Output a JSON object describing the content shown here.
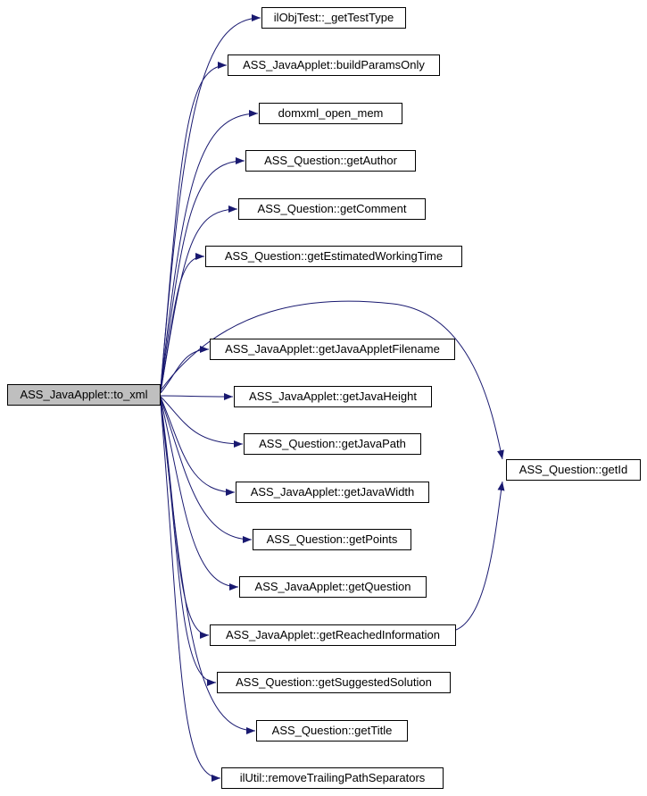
{
  "diagram": {
    "type": "call-graph",
    "root": {
      "label": "ASS_JavaApplet::to_xml"
    },
    "callees": [
      {
        "label": "ilObjTest::_getTestType"
      },
      {
        "label": "ASS_JavaApplet::buildParamsOnly"
      },
      {
        "label": "domxml_open_mem"
      },
      {
        "label": "ASS_Question::getAuthor"
      },
      {
        "label": "ASS_Question::getComment"
      },
      {
        "label": "ASS_Question::getEstimatedWorkingTime"
      },
      {
        "label": "ASS_JavaApplet::getJavaAppletFilename"
      },
      {
        "label": "ASS_JavaApplet::getJavaHeight"
      },
      {
        "label": "ASS_Question::getJavaPath"
      },
      {
        "label": "ASS_JavaApplet::getJavaWidth"
      },
      {
        "label": "ASS_Question::getPoints"
      },
      {
        "label": "ASS_JavaApplet::getQuestion"
      },
      {
        "label": "ASS_JavaApplet::getReachedInformation"
      },
      {
        "label": "ASS_Question::getSuggestedSolution"
      },
      {
        "label": "ASS_Question::getTitle"
      },
      {
        "label": "ilUtil::removeTrailingPathSeparators"
      }
    ],
    "secondary": {
      "label": "ASS_Question::getId"
    },
    "edges": [
      {
        "from": "ASS_JavaApplet::to_xml",
        "to": "ilObjTest::_getTestType"
      },
      {
        "from": "ASS_JavaApplet::to_xml",
        "to": "ASS_JavaApplet::buildParamsOnly"
      },
      {
        "from": "ASS_JavaApplet::to_xml",
        "to": "domxml_open_mem"
      },
      {
        "from": "ASS_JavaApplet::to_xml",
        "to": "ASS_Question::getAuthor"
      },
      {
        "from": "ASS_JavaApplet::to_xml",
        "to": "ASS_Question::getComment"
      },
      {
        "from": "ASS_JavaApplet::to_xml",
        "to": "ASS_Question::getEstimatedWorkingTime"
      },
      {
        "from": "ASS_JavaApplet::to_xml",
        "to": "ASS_JavaApplet::getJavaAppletFilename"
      },
      {
        "from": "ASS_JavaApplet::to_xml",
        "to": "ASS_JavaApplet::getJavaHeight"
      },
      {
        "from": "ASS_JavaApplet::to_xml",
        "to": "ASS_Question::getJavaPath"
      },
      {
        "from": "ASS_JavaApplet::to_xml",
        "to": "ASS_JavaApplet::getJavaWidth"
      },
      {
        "from": "ASS_JavaApplet::to_xml",
        "to": "ASS_Question::getPoints"
      },
      {
        "from": "ASS_JavaApplet::to_xml",
        "to": "ASS_JavaApplet::getQuestion"
      },
      {
        "from": "ASS_JavaApplet::to_xml",
        "to": "ASS_JavaApplet::getReachedInformation"
      },
      {
        "from": "ASS_JavaApplet::to_xml",
        "to": "ASS_Question::getSuggestedSolution"
      },
      {
        "from": "ASS_JavaApplet::to_xml",
        "to": "ASS_Question::getTitle"
      },
      {
        "from": "ASS_JavaApplet::to_xml",
        "to": "ilUtil::removeTrailingPathSeparators"
      },
      {
        "from": "ASS_JavaApplet::to_xml",
        "to": "ASS_Question::getId"
      },
      {
        "from": "ASS_JavaApplet::getReachedInformation",
        "to": "ASS_Question::getId"
      }
    ],
    "colors": {
      "edge": "#191970",
      "node_border": "#000000",
      "node_fill": "#ffffff",
      "root_fill": "#bfbfbf",
      "background": "#ffffff"
    }
  }
}
